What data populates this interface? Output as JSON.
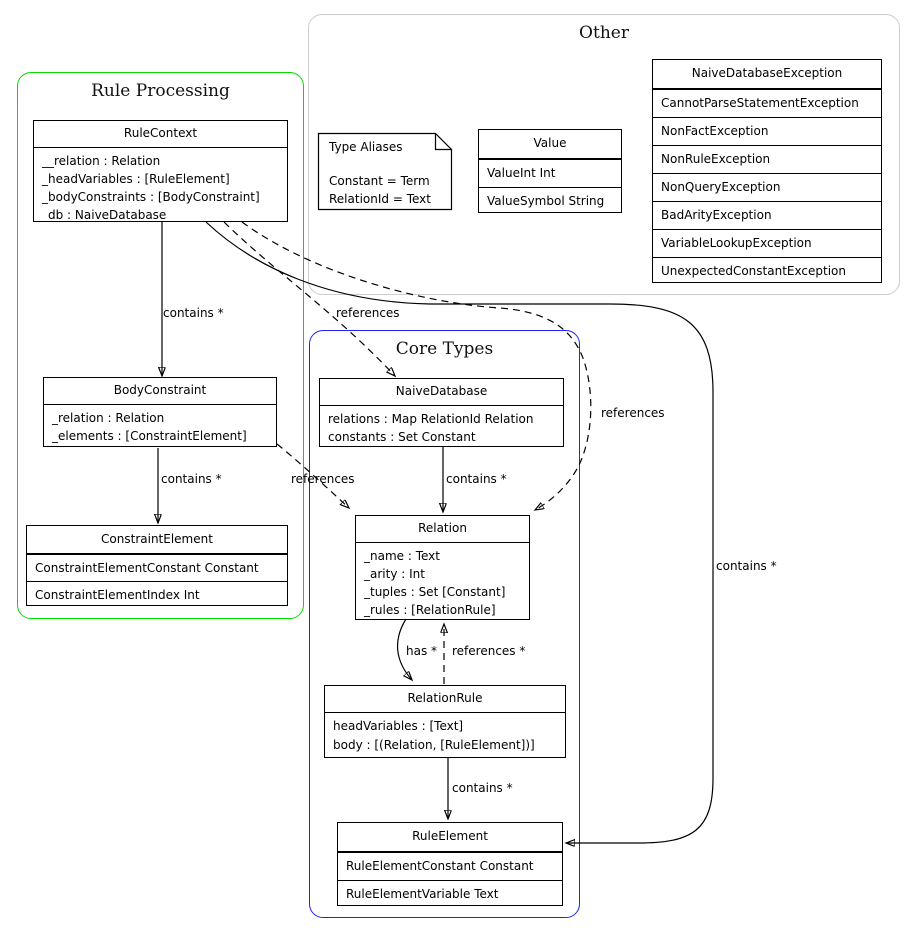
{
  "groups": {
    "rule_processing": {
      "title": "Rule Processing"
    },
    "other": {
      "title": "Other"
    },
    "core_types": {
      "title": "Core Types"
    }
  },
  "colors": {
    "rule_processing_border": "#00dd00",
    "other_border": "#cccccc",
    "core_types_border": "#2222ff",
    "box_border": "#000000"
  },
  "classes": {
    "rule_context": {
      "name": "RuleContext",
      "attributes": [
        "__relation : Relation",
        "_headVariables : [RuleElement]",
        "_bodyConstraints : [BodyConstraint]",
        "_db : NaiveDatabase"
      ]
    },
    "body_constraint": {
      "name": "BodyConstraint",
      "attributes": [
        "_relation : Relation",
        "_elements : [ConstraintElement]"
      ]
    },
    "constraint_element": {
      "name": "ConstraintElement",
      "rows": [
        "ConstraintElementConstant Constant",
        "ConstraintElementIndex Int"
      ]
    },
    "type_aliases_note": {
      "title": "Type Aliases",
      "lines": [
        "Constant = Term",
        "RelationId = Text"
      ]
    },
    "value": {
      "name": "Value",
      "rows": [
        "ValueInt Int",
        "ValueSymbol String"
      ]
    },
    "exceptions": {
      "name": "NaiveDatabaseException",
      "rows": [
        "CannotParseStatementException",
        "NonFactException",
        "NonRuleException",
        "NonQueryException",
        "BadArityException",
        "VariableLookupException",
        "UnexpectedConstantException"
      ]
    },
    "naive_database": {
      "name": "NaiveDatabase",
      "attributes": [
        "relations : Map RelationId Relation",
        "constants : Set Constant"
      ]
    },
    "relation": {
      "name": "Relation",
      "attributes": [
        "_name : Text",
        "_arity : Int",
        "_tuples : Set [Constant]",
        "_rules : [RelationRule]"
      ]
    },
    "relation_rule": {
      "name": "RelationRule",
      "attributes": [
        "headVariables : [Text]",
        "body : [(Relation, [RuleElement])]"
      ]
    },
    "rule_element": {
      "name": "RuleElement",
      "rows": [
        "RuleElementConstant Constant",
        "RuleElementVariable Text"
      ]
    }
  },
  "edge_labels": {
    "rulecontext_bodyconstraint": "contains *",
    "rulecontext_naivedatabase": "references",
    "rulecontext_relation": "references",
    "rulecontext_ruleelement": "contains *",
    "bodyconstraint_constraintelement": "contains *",
    "bodyconstraint_relation": "references",
    "naivedatabase_relation": "contains *",
    "relation_relationrule": "has *",
    "relationrule_relation": "references *",
    "relationrule_ruleelement": "contains *"
  }
}
